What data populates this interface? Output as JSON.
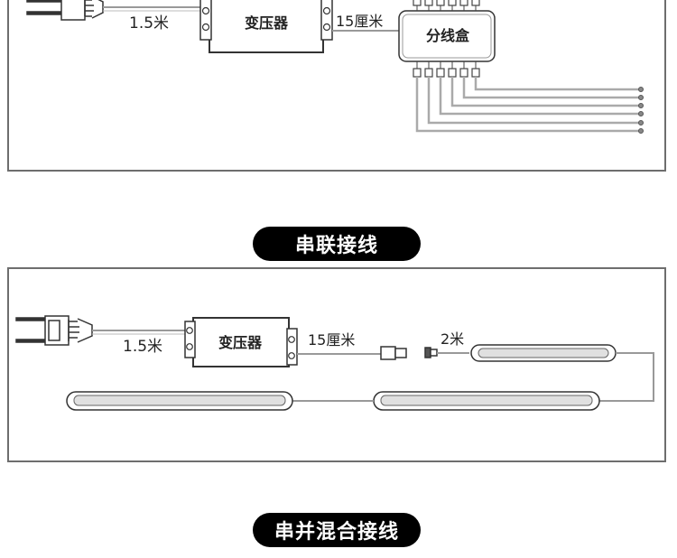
{
  "diagrams": {
    "parallel": {
      "cable_length_label": "1.5米",
      "transformer_label": "变压器",
      "lead_length_label": "15厘米",
      "junction_box_label": "分线盒"
    },
    "series": {
      "cable_length_label": "1.5米",
      "transformer_label": "变压器",
      "lead_length_label": "15厘米",
      "extension_length_label": "2米"
    }
  },
  "section_titles": {
    "series_wiring": "串联接线",
    "mixed_wiring": "串并混合接线"
  }
}
